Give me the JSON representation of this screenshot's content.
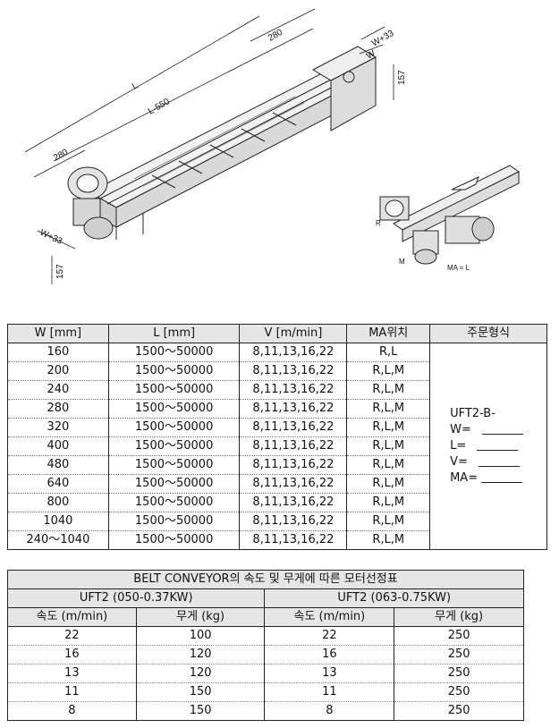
{
  "drawing": {
    "dims": {
      "L": "L",
      "L_minus": "L-550",
      "d280a": "280",
      "d280b": "280",
      "w33a": "W+33",
      "w33b": "W+33",
      "w": "W",
      "h157a": "157",
      "h157b": "157"
    },
    "detail_labels": {
      "r": "R",
      "m": "M",
      "ma": "MA = L"
    }
  },
  "spec_table": {
    "headers": [
      "W [mm]",
      "L [mm]",
      "V [m/min]",
      "MA위치",
      "주문형식"
    ],
    "rows": [
      [
        "160",
        "1500～50000",
        "8,11,13,16,22",
        "R,L"
      ],
      [
        "200",
        "1500～50000",
        "8,11,13,16,22",
        "R,L,M"
      ],
      [
        "240",
        "1500～50000",
        "8,11,13,16,22",
        "R,L,M"
      ],
      [
        "280",
        "1500～50000",
        "8,11,13,16,22",
        "R,L,M"
      ],
      [
        "320",
        "1500～50000",
        "8,11,13,16,22",
        "R,L,M"
      ],
      [
        "400",
        "1500～50000",
        "8,11,13,16,22",
        "R,L,M"
      ],
      [
        "480",
        "1500～50000",
        "8,11,13,16,22",
        "R,L,M"
      ],
      [
        "640",
        "1500～50000",
        "8,11,13,16,22",
        "R,L,M"
      ],
      [
        "800",
        "1500～50000",
        "8,11,13,16,22",
        "R,L,M"
      ],
      [
        "1040",
        "1500～50000",
        "8,11,13,16,22",
        "R,L,M"
      ],
      [
        "240～1040",
        "1500～50000",
        "8,11,13,16,22",
        "R,L,M"
      ]
    ],
    "order_form": {
      "code": "UFT2-B-",
      "w": "W=",
      "l": "L=",
      "v": "V=",
      "ma": "MA="
    }
  },
  "motor_table": {
    "title": "BELT CONVEYOR의 속도 및 무게에 따른  모터선정표",
    "group_left": "UFT2 (050-0.37KW)",
    "group_right": "UFT2 (063-0.75KW)",
    "col_speed": "속도 (m/min)",
    "col_weight": "무게 (kg)",
    "rows": [
      [
        "22",
        "100",
        "22",
        "250"
      ],
      [
        "16",
        "120",
        "16",
        "250"
      ],
      [
        "13",
        "120",
        "13",
        "250"
      ],
      [
        "11",
        "150",
        "11",
        "250"
      ],
      [
        "8",
        "150",
        "8",
        "250"
      ]
    ]
  }
}
